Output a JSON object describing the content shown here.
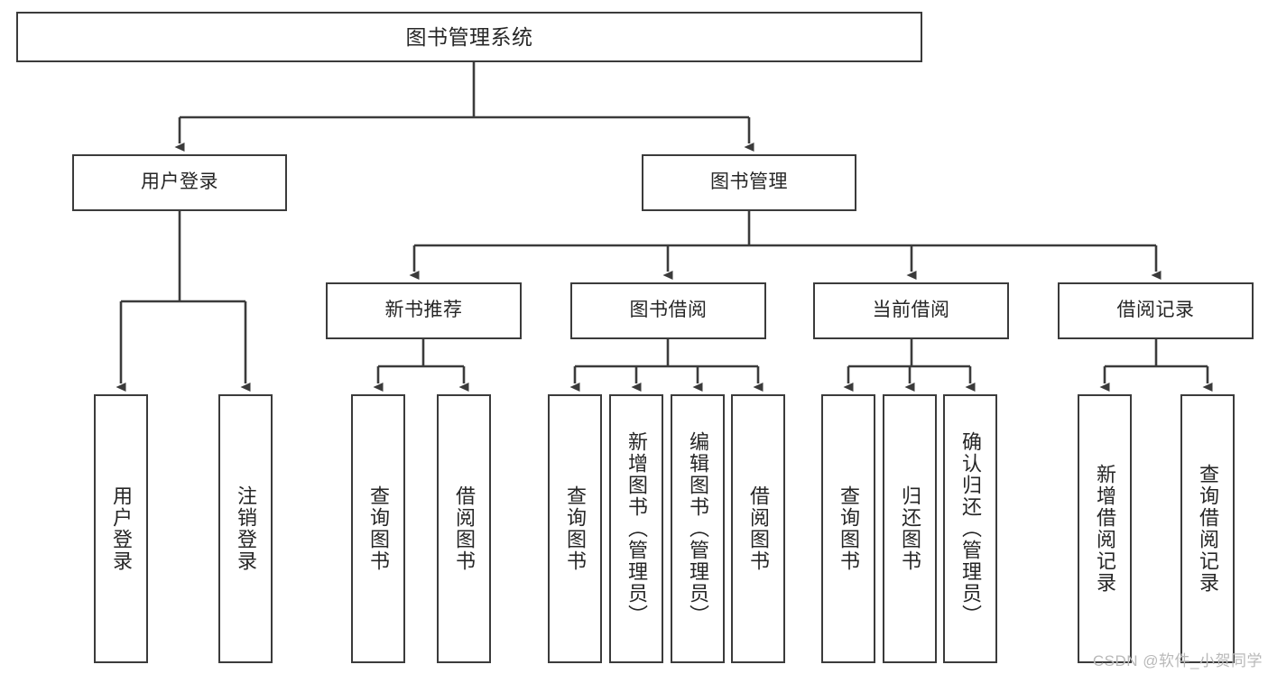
{
  "diagram": {
    "title": "图书管理系统",
    "type": "tree",
    "watermark": "CSDN @软件_小贺同学",
    "colors": {
      "stroke": "#3b3b3b",
      "background": "#ffffff",
      "text": "#262626",
      "watermark": "#b9b9b9"
    },
    "nodes": {
      "root": {
        "label": "图书管理系统"
      },
      "level2": [
        {
          "label": "用户登录"
        },
        {
          "label": "图书管理"
        }
      ],
      "level3": [
        {
          "label": "新书推荐"
        },
        {
          "label": "图书借阅"
        },
        {
          "label": "当前借阅"
        },
        {
          "label": "借阅记录"
        }
      ],
      "leaves": {
        "user_login": [
          {
            "label": "用户登录"
          },
          {
            "label": "注销登录"
          }
        ],
        "new_book_recommend": [
          {
            "label": "查询图书"
          },
          {
            "label": "借阅图书"
          }
        ],
        "book_borrow": [
          {
            "label": "查询图书"
          },
          {
            "label": "新增图书（管理员）"
          },
          {
            "label": "编辑图书（管理员）"
          },
          {
            "label": "借阅图书"
          }
        ],
        "current_borrow": [
          {
            "label": "查询图书"
          },
          {
            "label": "归还图书"
          },
          {
            "label": "确认归还（管理员）"
          }
        ],
        "borrow_record": [
          {
            "label": "新增借阅记录"
          },
          {
            "label": "查询借阅记录"
          }
        ]
      }
    }
  }
}
